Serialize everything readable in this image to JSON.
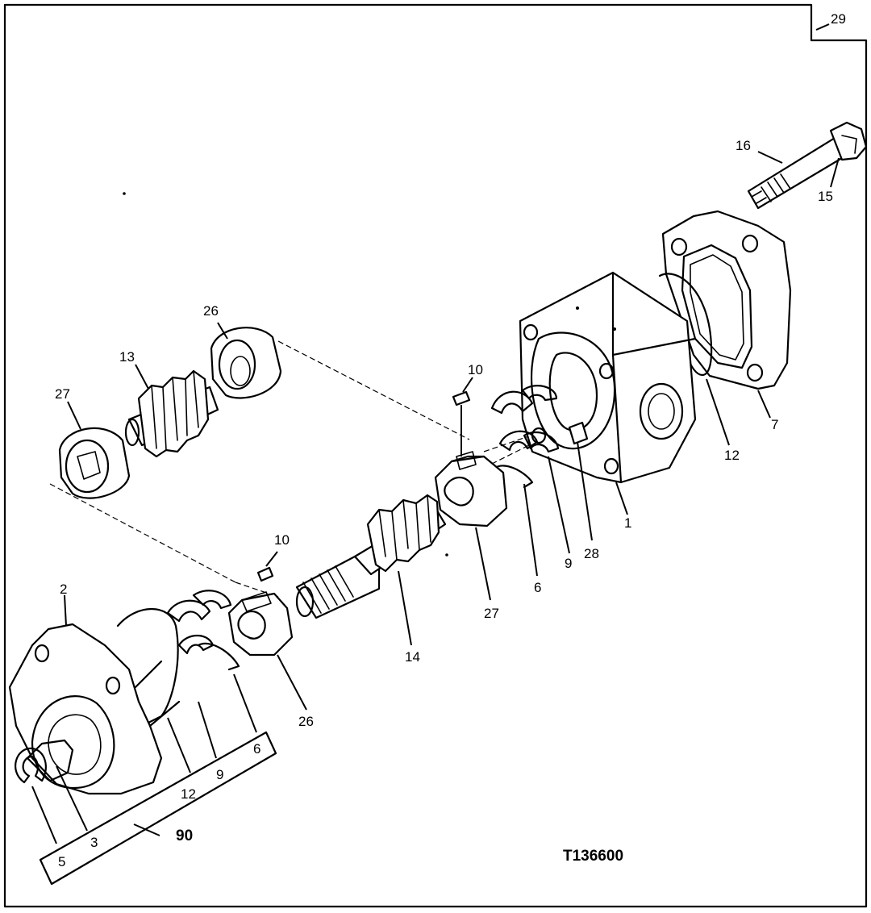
{
  "sheet_tab": "29",
  "figure_code": "T136600",
  "callouts": {
    "c1": "1",
    "c2": "2",
    "c3": "3",
    "c5": "5",
    "c6a": "6",
    "c6b": "6",
    "c7": "7",
    "c9a": "9",
    "c9b": "9",
    "c10a": "10",
    "c10b": "10",
    "c12a": "12",
    "c12b": "12",
    "c13": "13",
    "c14": "14",
    "c15": "15",
    "c16": "16",
    "c26a": "26",
    "c26b": "26",
    "c27a": "27",
    "c27b": "27",
    "c28": "28"
  },
  "kit": {
    "label": "90",
    "items": [
      "6",
      "9",
      "12",
      "3",
      "5"
    ]
  }
}
